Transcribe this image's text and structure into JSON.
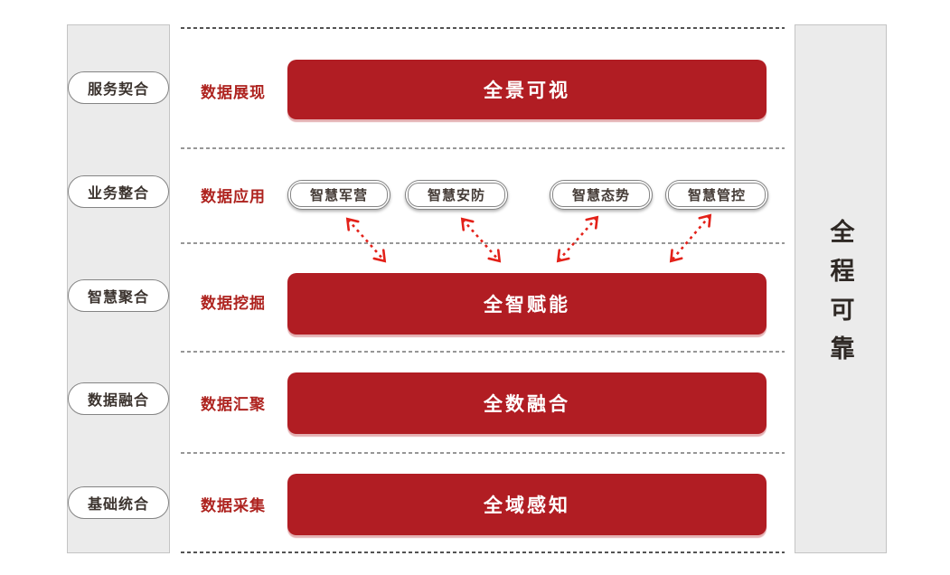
{
  "colors": {
    "accent_red": "#b11d23",
    "label_red": "#ae231f",
    "arrow_red": "#e32119",
    "sidebar_bg": "#ebebeb",
    "pill_border": "#848484",
    "dotted_mid": "#979797",
    "dotted_strong": "#535353",
    "vertical_text": "#2e2824"
  },
  "left_sidebar": {
    "items": [
      "服务契合",
      "业务整合",
      "智慧聚合",
      "数据融合",
      "基础统合"
    ]
  },
  "right_sidebar": {
    "label": "全程可靠"
  },
  "rows": [
    {
      "label": "数据展现",
      "bar": "全景可视"
    },
    {
      "label": "数据应用",
      "pills": [
        "智慧军营",
        "智慧安防",
        "智慧态势",
        "智慧管控"
      ]
    },
    {
      "label": "数据挖掘",
      "bar": "全智赋能"
    },
    {
      "label": "数据汇聚",
      "bar": "全数融合"
    },
    {
      "label": "数据采集",
      "bar": "全域感知"
    }
  ],
  "connections": [
    {
      "from": "智慧军营",
      "to": "全智赋能",
      "bidirectional": true
    },
    {
      "from": "智慧安防",
      "to": "全智赋能",
      "bidirectional": true
    },
    {
      "from": "智慧态势",
      "to": "全智赋能",
      "bidirectional": true
    },
    {
      "from": "智慧管控",
      "to": "全智赋能",
      "bidirectional": true
    }
  ]
}
